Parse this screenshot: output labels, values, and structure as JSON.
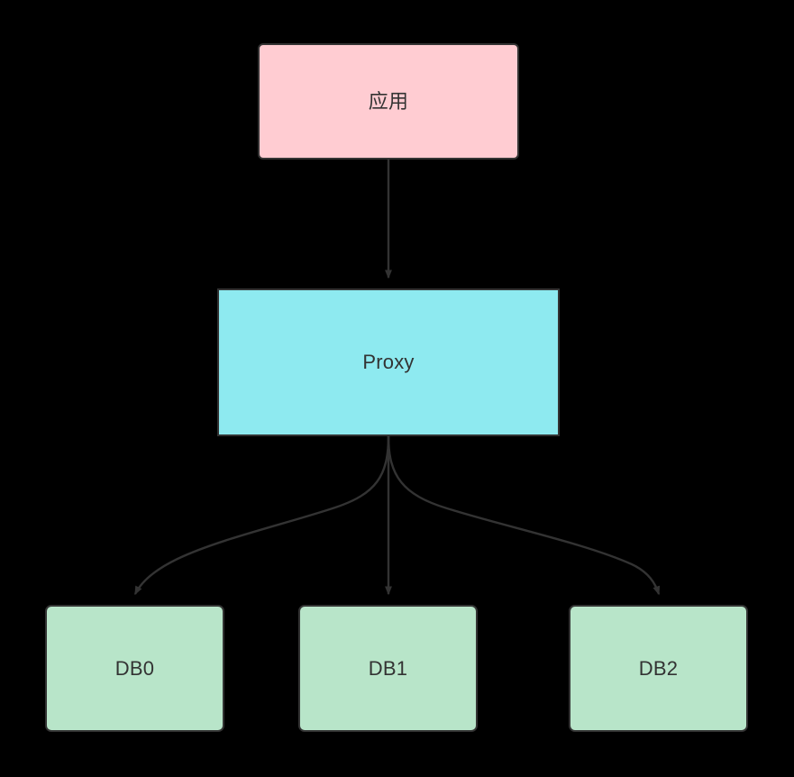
{
  "diagram": {
    "type": "flowchart",
    "direction": "top-down",
    "background_color": "#000000",
    "edge_color": "#333333",
    "nodes": [
      {
        "id": "app",
        "label": "应用",
        "shape": "rounded-rectangle",
        "fill_color": "#FFCCD2",
        "border_color": "#333333",
        "text_color": "#333333"
      },
      {
        "id": "proxy",
        "label": "Proxy",
        "shape": "rectangle",
        "fill_color": "#8EEAF0",
        "border_color": "#333333",
        "text_color": "#333333"
      },
      {
        "id": "db0",
        "label": "DB0",
        "shape": "rounded-rectangle",
        "fill_color": "#B8E5C9",
        "border_color": "#333333",
        "text_color": "#333333"
      },
      {
        "id": "db1",
        "label": "DB1",
        "shape": "rounded-rectangle",
        "fill_color": "#B8E5C9",
        "border_color": "#333333",
        "text_color": "#333333"
      },
      {
        "id": "db2",
        "label": "DB2",
        "shape": "rounded-rectangle",
        "fill_color": "#B8E5C9",
        "border_color": "#333333",
        "text_color": "#333333"
      }
    ],
    "edges": [
      {
        "id": "app-to-proxy",
        "from": "app",
        "to": "proxy",
        "style": "straight",
        "arrow": "triangle"
      },
      {
        "id": "proxy-to-db0",
        "from": "proxy",
        "to": "db0",
        "style": "curved",
        "arrow": "triangle"
      },
      {
        "id": "proxy-to-db1",
        "from": "proxy",
        "to": "db1",
        "style": "straight",
        "arrow": "triangle"
      },
      {
        "id": "proxy-to-db2",
        "from": "proxy",
        "to": "db2",
        "style": "curved",
        "arrow": "triangle"
      }
    ]
  }
}
